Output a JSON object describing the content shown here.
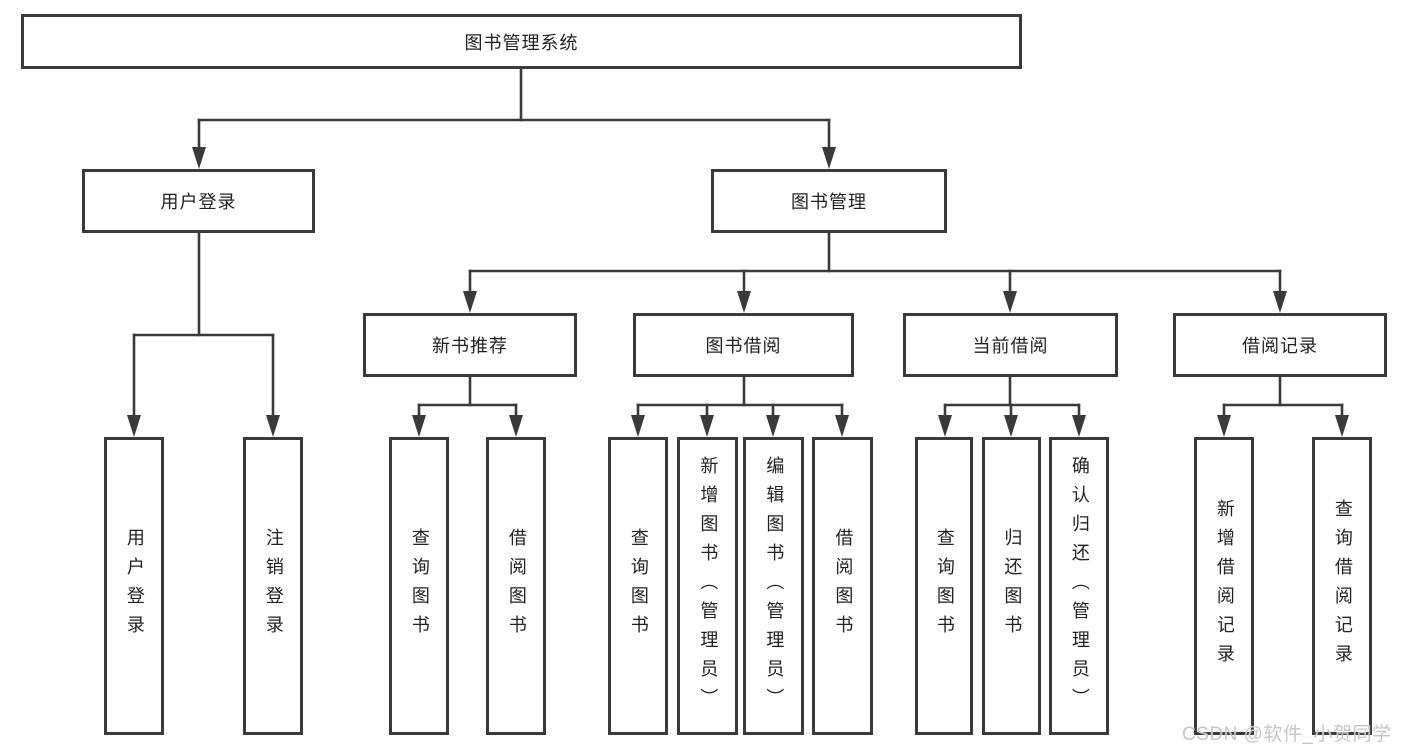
{
  "diagram": {
    "type": "tree",
    "root": {
      "label": "图书管理系统"
    },
    "tree": [
      {
        "label": "用户登录",
        "children": [
          {
            "label": "用户登录"
          },
          {
            "label": "注销登录"
          }
        ]
      },
      {
        "label": "图书管理",
        "children": [
          {
            "label": "新书推荐",
            "children": [
              {
                "label": "查询图书"
              },
              {
                "label": "借阅图书"
              }
            ]
          },
          {
            "label": "图书借阅",
            "children": [
              {
                "label": "查询图书"
              },
              {
                "label": "新增图书（管理员）"
              },
              {
                "label": "编辑图书（管理员）"
              },
              {
                "label": "借阅图书"
              }
            ]
          },
          {
            "label": "当前借阅",
            "children": [
              {
                "label": "查询图书"
              },
              {
                "label": "归还图书"
              },
              {
                "label": "确认归还（管理员）"
              }
            ]
          },
          {
            "label": "借阅记录",
            "children": [
              {
                "label": "新增借阅记录"
              },
              {
                "label": "查询借阅记录"
              }
            ]
          }
        ]
      }
    ],
    "colors": {
      "border": "#3a3a3a",
      "line": "#3a3a3a",
      "background": "#ffffff",
      "text": "#222222",
      "watermark": "#c6c6c6"
    }
  },
  "watermark": {
    "text": "CSDN @软件_小贺同学"
  }
}
